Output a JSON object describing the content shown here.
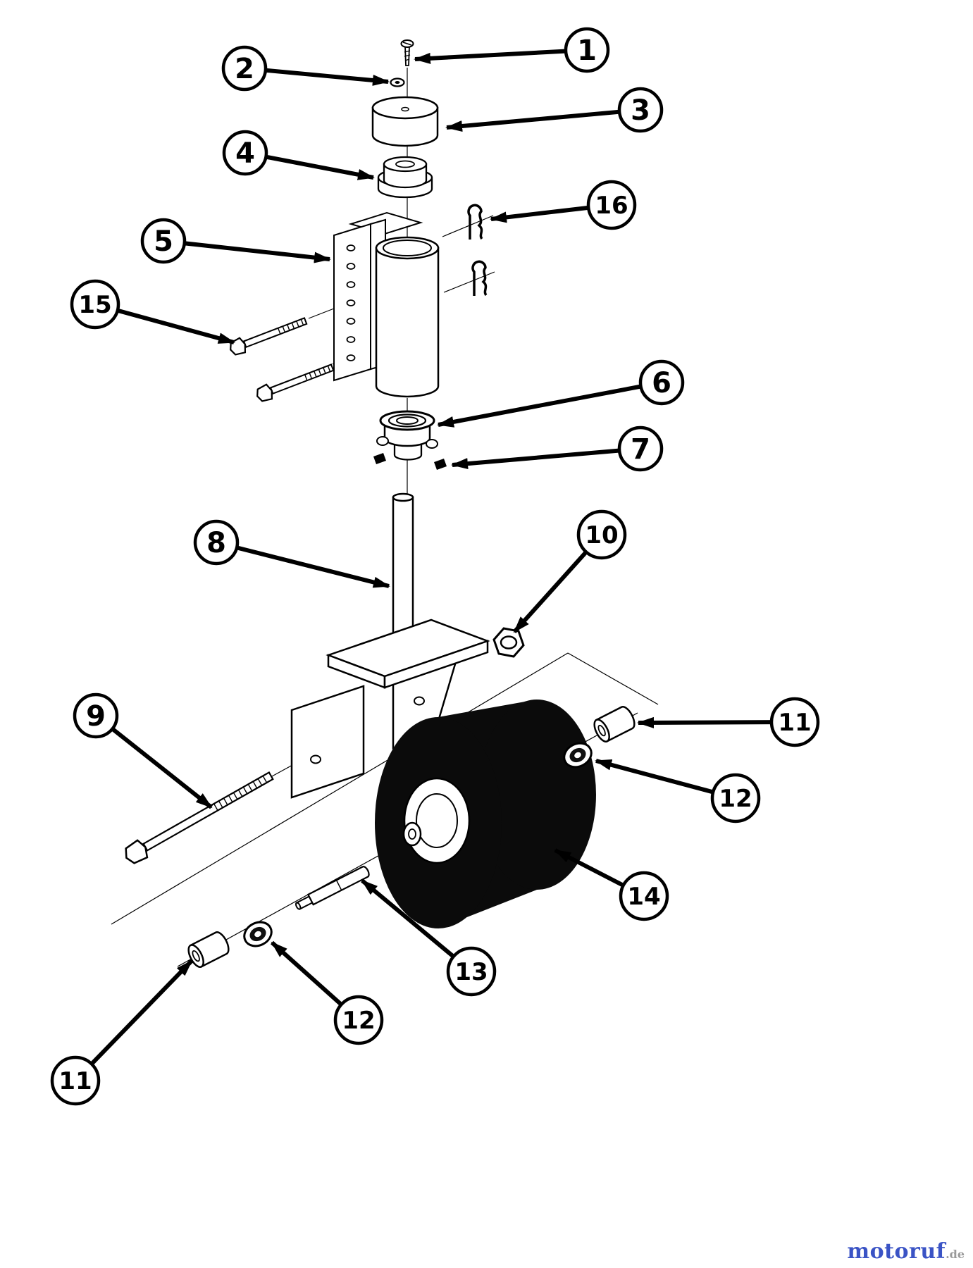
{
  "diagram": {
    "type": "exploded-parts-diagram",
    "callouts": [
      {
        "id": "callout-1",
        "label": "1"
      },
      {
        "id": "callout-2",
        "label": "2"
      },
      {
        "id": "callout-3",
        "label": "3"
      },
      {
        "id": "callout-4",
        "label": "4"
      },
      {
        "id": "callout-5",
        "label": "5"
      },
      {
        "id": "callout-16",
        "label": "16"
      },
      {
        "id": "callout-15",
        "label": "15"
      },
      {
        "id": "callout-6",
        "label": "6"
      },
      {
        "id": "callout-7",
        "label": "7"
      },
      {
        "id": "callout-8",
        "label": "8"
      },
      {
        "id": "callout-10",
        "label": "10"
      },
      {
        "id": "callout-11-right",
        "label": "11"
      },
      {
        "id": "callout-12-right",
        "label": "12"
      },
      {
        "id": "callout-9",
        "label": "9"
      },
      {
        "id": "callout-14",
        "label": "14"
      },
      {
        "id": "callout-13",
        "label": "13"
      },
      {
        "id": "callout-12-left",
        "label": "12"
      },
      {
        "id": "callout-11-left",
        "label": "11"
      }
    ],
    "colors": {
      "ink": "#000000",
      "wheel": "#0b0b0b",
      "background": "#ffffff"
    }
  },
  "watermark": {
    "brand": "motoruf",
    "tld": ".de",
    "brand_color": "#3a53c5",
    "tld_color": "#9a9a9a"
  }
}
